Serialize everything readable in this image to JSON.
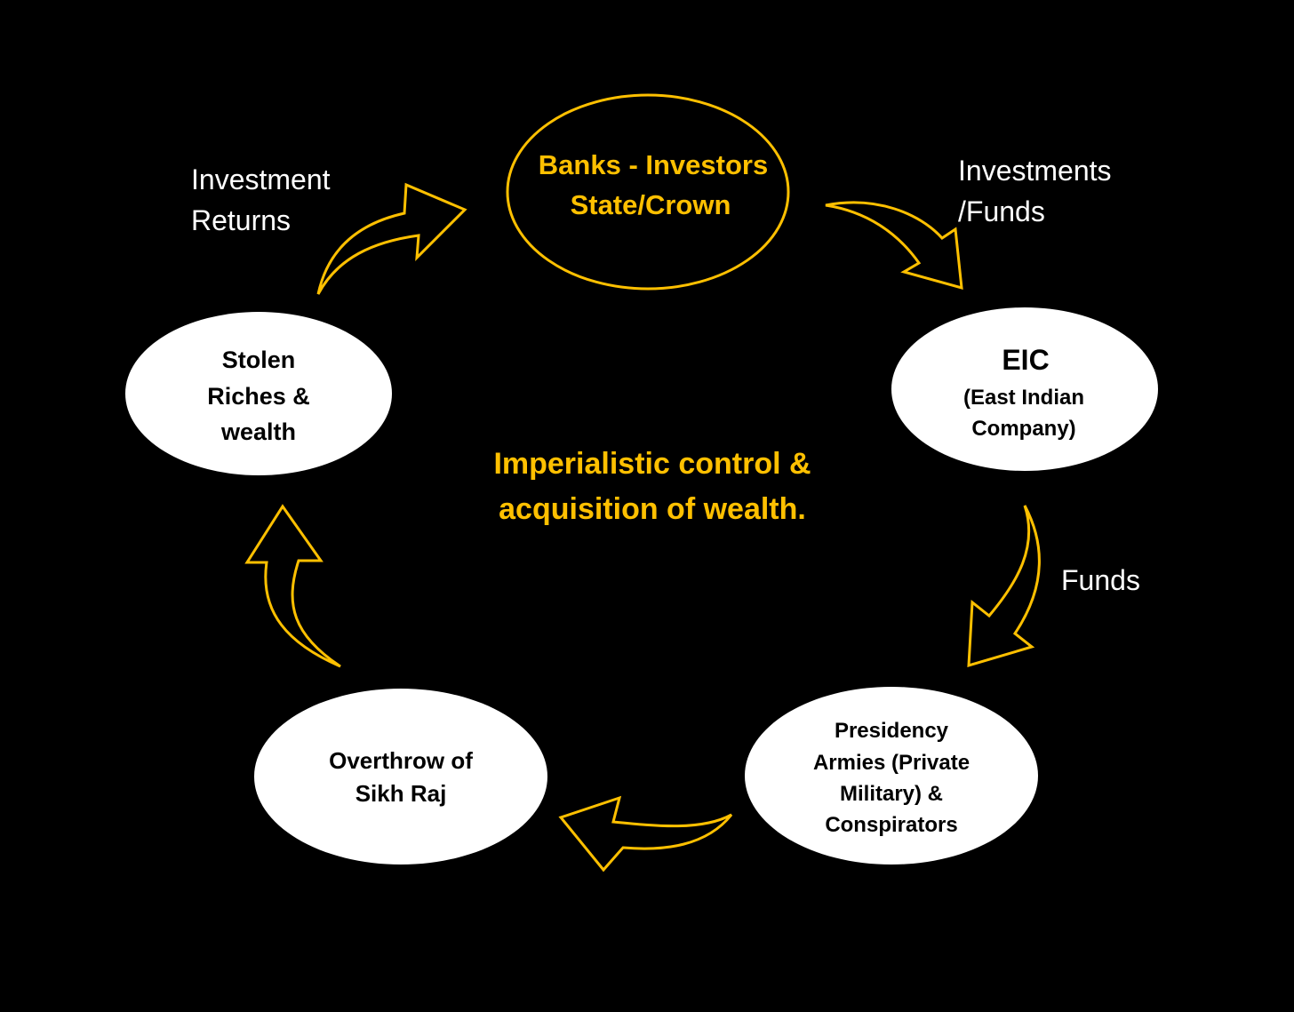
{
  "colors": {
    "background": "#000000",
    "accent": "#FFC000",
    "node_fill": "#FFFFFF",
    "node_text": "#000000",
    "label_text": "#FFFFFF"
  },
  "center": {
    "line1": "Imperialistic control &",
    "line2": "acquisition of wealth."
  },
  "nodes": {
    "banks": {
      "line1": "Banks - Investors",
      "line2": "State/Crown"
    },
    "eic": {
      "line1": "EIC",
      "line2": "(East Indian",
      "line3": "Company)"
    },
    "armies": {
      "line1": "Presidency",
      "line2": "Armies (Private",
      "line3": "Military) &",
      "line4": "Conspirators"
    },
    "overthrow": {
      "line1": "Overthrow of",
      "line2": "Sikh Raj"
    },
    "stolen": {
      "line1": "Stolen",
      "line2": "Riches &",
      "line3": "wealth"
    }
  },
  "edges": {
    "returns": {
      "line1": "Investment",
      "line2": "Returns"
    },
    "investments": {
      "line1": "Investments",
      "line2": "/Funds"
    },
    "funds": {
      "line1": "Funds"
    }
  }
}
